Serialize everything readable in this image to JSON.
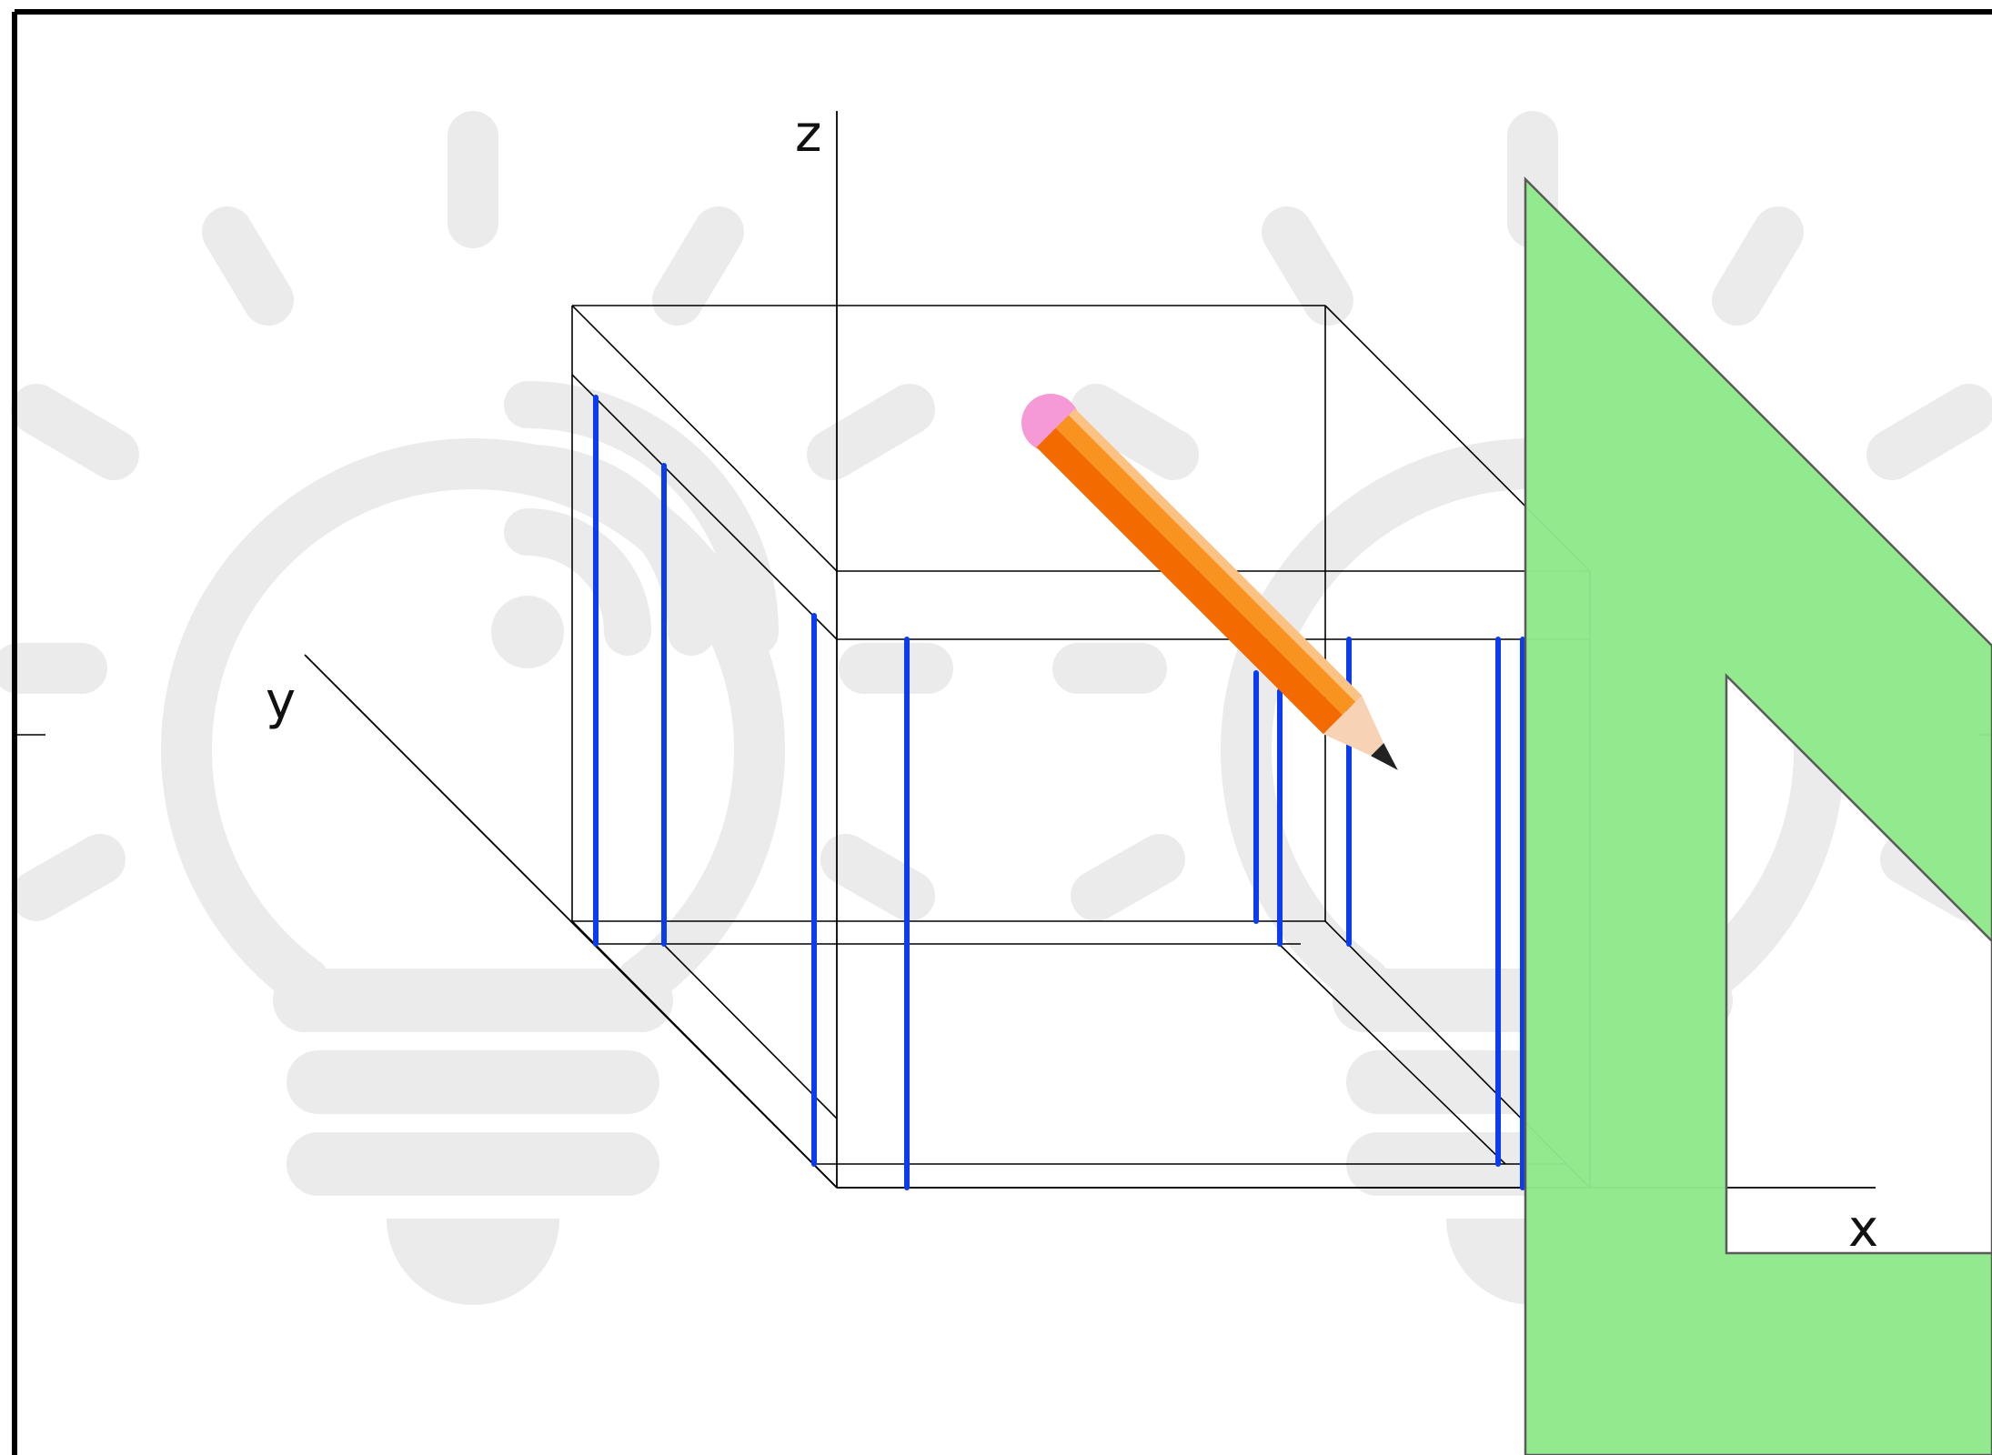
{
  "axes": {
    "x_label": "x",
    "y_label": "y",
    "z_label": "z"
  },
  "colors": {
    "frame": "#000000",
    "edge": "#000000",
    "hatch_line": "#0a3cf0",
    "watermark": "#ebebeb",
    "set_square_fill": "#90e88a",
    "set_square_stroke": "#5a5a5a",
    "pencil_body": "#f7931e",
    "pencil_dark": "#f26a00",
    "pencil_wood": "#f8d2b4",
    "pencil_lead": "#222222",
    "pencil_eraser": "#f59ad6"
  },
  "icons": {
    "watermark": "lightbulb-wifi-icon",
    "tool_1": "pencil-icon",
    "tool_2": "set-square-icon"
  }
}
